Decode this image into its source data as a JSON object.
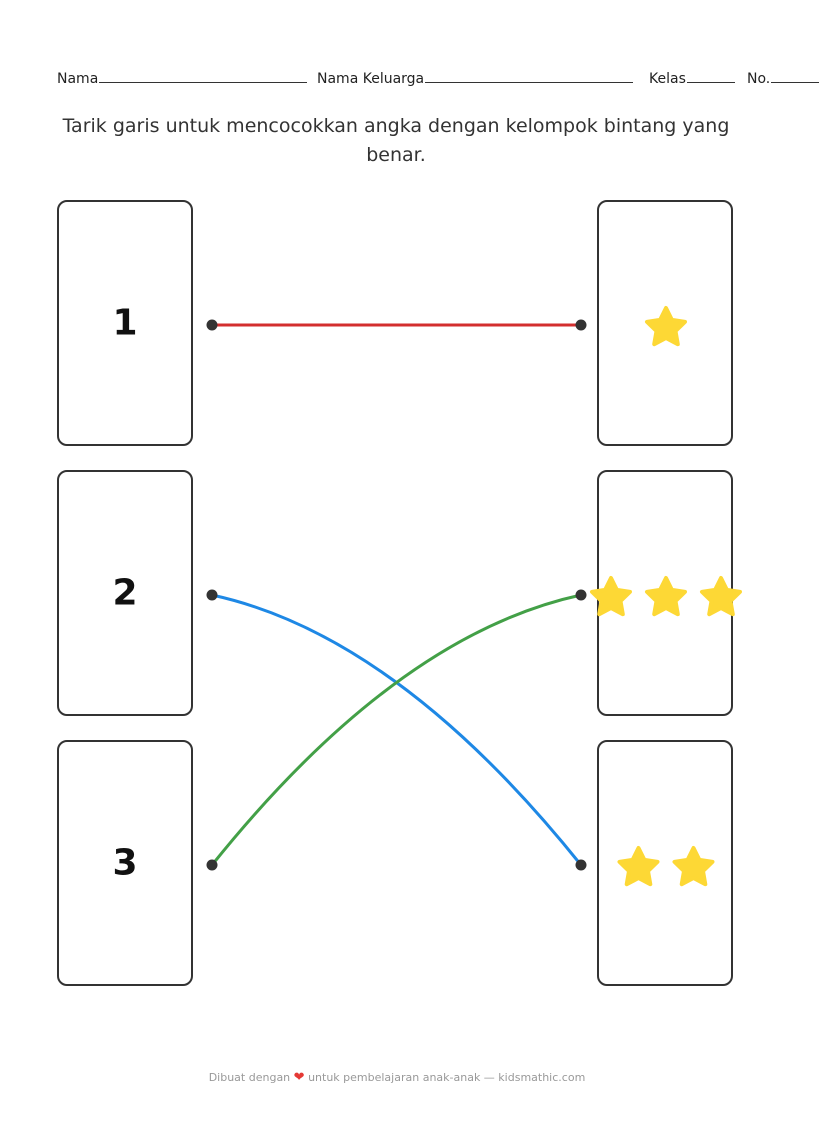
{
  "header": {
    "nama_label": "Nama",
    "nama_keluarga_label": "Nama Keluarga",
    "kelas_label": "Kelas",
    "no_label": "No."
  },
  "instruction": "Tarik garis untuk mencocokkan angka dengan kelompok bintang yang benar.",
  "left_cards": [
    {
      "number": "1"
    },
    {
      "number": "2"
    },
    {
      "number": "3"
    }
  ],
  "right_cards": [
    {
      "stars": 1
    },
    {
      "stars": 3
    },
    {
      "stars": 2
    }
  ],
  "connections": [
    {
      "from": 1,
      "to_stars": 1,
      "color": "#d32f2f"
    },
    {
      "from": 2,
      "to_stars": 2,
      "color": "#1e88e5"
    },
    {
      "from": 3,
      "to_stars": 3,
      "color": "#43a047"
    }
  ],
  "colors": {
    "star": "#fdd835",
    "dot": "#333333",
    "card_border": "#333333"
  },
  "footer": {
    "prefix": "Dibuat dengan",
    "heart_icon": "heart-icon",
    "suffix": "untuk pembelajaran anak-anak — kidsmathic.com"
  }
}
